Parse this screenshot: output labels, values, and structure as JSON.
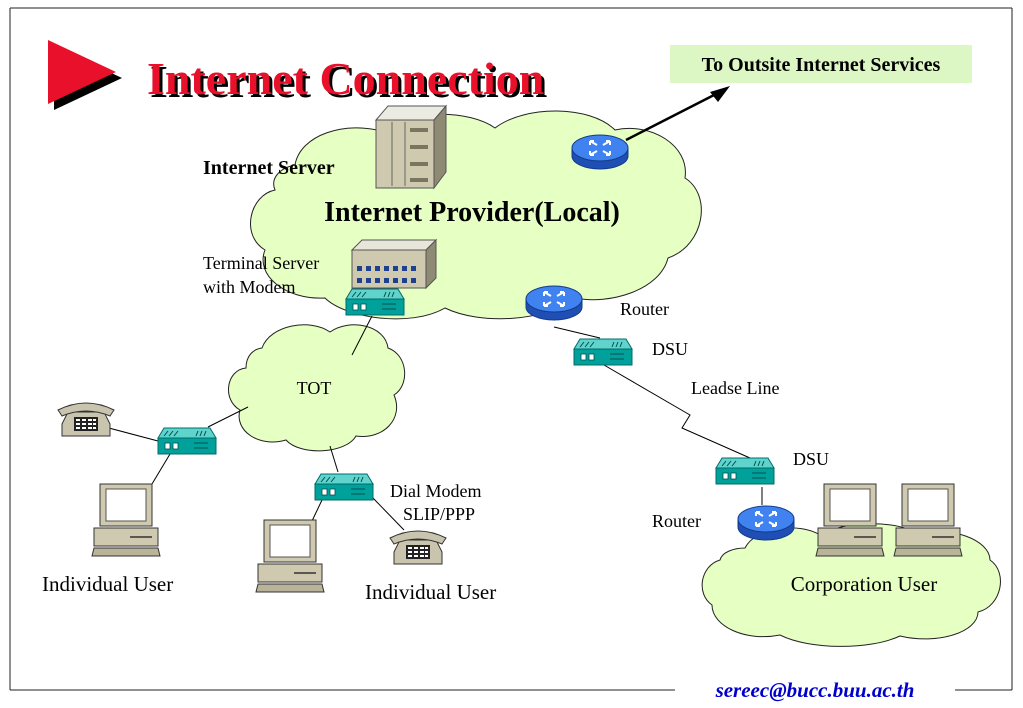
{
  "title": "Internet Connection",
  "labels": {
    "outside": "To Outsite Internet Services",
    "internet_server": "Internet Server",
    "provider": "Internet Provider(Local)",
    "terminal_line1": "Terminal Server",
    "terminal_line2": "with Modem",
    "router_provider": "Router",
    "dsu_provider": "DSU",
    "leased_line": "Leadse Line",
    "tot": "TOT",
    "dsu_corp": "DSU",
    "router_corp": "Router",
    "dial_line1": "Dial Modem",
    "dial_line2": "SLIP/PPP",
    "individual_left": "Individual User",
    "individual_right": "Individual User",
    "corporation": "Corporation User"
  },
  "footer": {
    "email": "sereec@bucc.buu.ac.th"
  },
  "colors": {
    "title": "#e8102a",
    "cloud_fill": "#e6ffc2",
    "outside_box": "#ddf7c4",
    "modem": "#00a09b",
    "router": "#2f6fe0",
    "footer_text": "#0000cc"
  }
}
